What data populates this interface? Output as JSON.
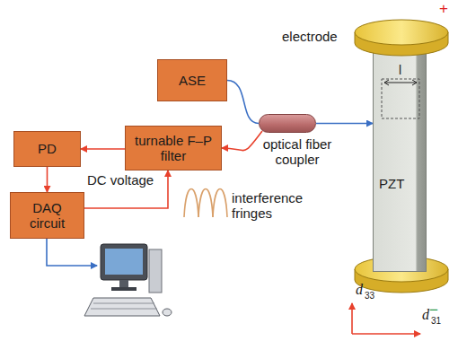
{
  "diagram": {
    "nodes": [
      {
        "text": [
          "ASE"
        ]
      },
      {
        "text": [
          "optical fiber coupler"
        ]
      },
      {
        "text": [
          "PZT"
        ]
      },
      {
        "text": [
          "turnable F–P filter"
        ]
      },
      {
        "text": [
          "PD"
        ]
      },
      {
        "text": [
          "DAQ circuit"
        ]
      }
    ],
    "edges": [
      {
        "from": 0,
        "to": 1,
        "arrow": "none"
      },
      {
        "from": 1,
        "to": 2,
        "arrow": "to"
      },
      {
        "from": 1,
        "to": 3,
        "arrow": "to"
      },
      {
        "from": 3,
        "to": 4,
        "arrow": "to"
      },
      {
        "from": 4,
        "to": 5,
        "arrow": "to"
      },
      {
        "from": 5,
        "to": 3,
        "label": "DC voltage",
        "arrow": "to"
      }
    ],
    "labels": [
      "electrode",
      "+",
      "−",
      "l",
      "interference fringes",
      "d",
      "33",
      "d",
      "31"
    ]
  }
}
